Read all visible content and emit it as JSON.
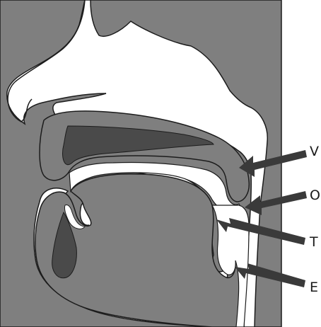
{
  "colors": {
    "background": "#ffffff",
    "tissue": "#7f7f7f",
    "airway": "#ffffff",
    "dark_region": "#4a4a4a",
    "outline": "#1c1c1c",
    "arrow": "#3a3a3a"
  },
  "labels": {
    "v": "V",
    "o": "O",
    "t": "T",
    "e": "E"
  },
  "arrow_style": "filled-shaft-with-triangular-head"
}
